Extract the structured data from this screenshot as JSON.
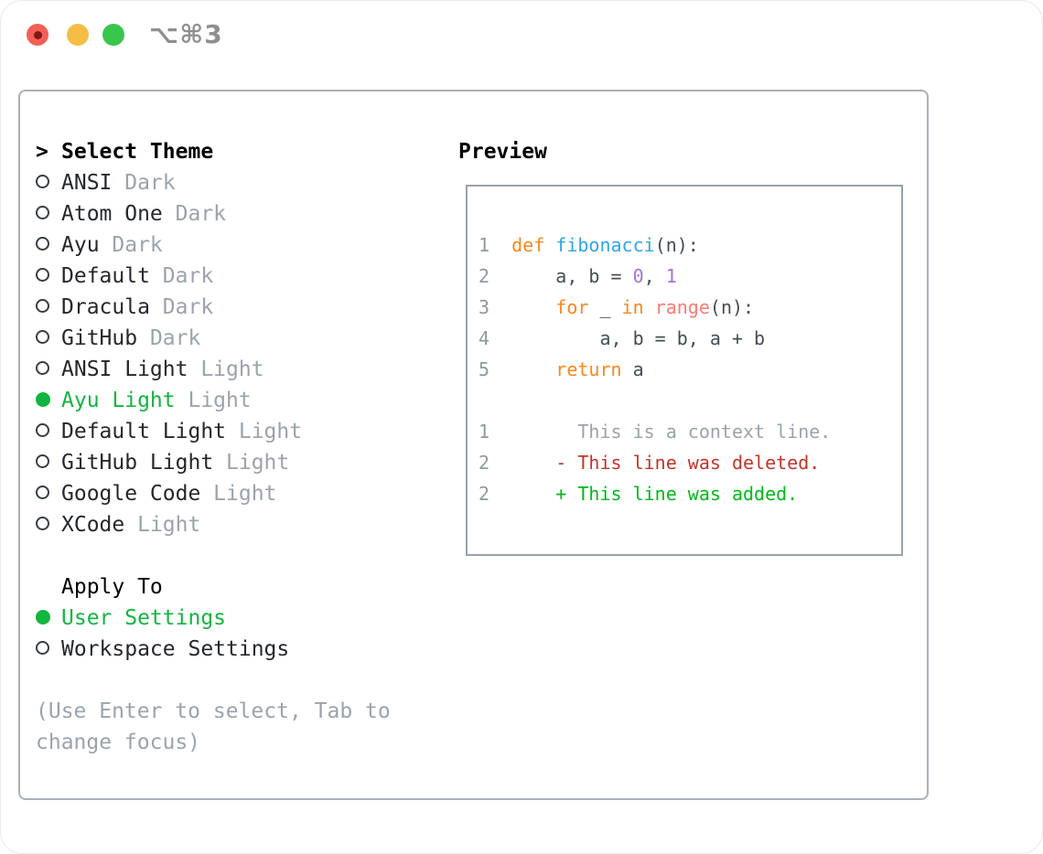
{
  "window": {
    "title": "⌥⌘3"
  },
  "colors": {
    "accent_green": "#12b53f",
    "text": "#23282e",
    "header_black": "#000000",
    "muted": "#9aa3ad",
    "radio_outline": "#363d44",
    "panel_border": "#a9b1ba",
    "preview_border": "#99a2ac",
    "code_fg": "#454d54",
    "line_number": "#8f98a2",
    "keyword": "#f8871d",
    "function": "#2fa5e9",
    "call": "#f77b70",
    "literal": "#a273d4",
    "context": "#9aa3ad",
    "deleted": "#c2352a",
    "added": "#00b81a",
    "traffic_red": "#f45f58",
    "traffic_red_dot": "#7c1a13",
    "traffic_yellow": "#f6bd45",
    "traffic_green": "#38c64c",
    "title_gray": "#8f8f8f"
  },
  "theme_list": {
    "header_marker": ">",
    "header_label": "Select Theme",
    "items": [
      {
        "name": "ANSI",
        "variant": "Dark",
        "selected": false
      },
      {
        "name": "Atom One",
        "variant": "Dark",
        "selected": false
      },
      {
        "name": "Ayu",
        "variant": "Dark",
        "selected": false
      },
      {
        "name": "Default",
        "variant": "Dark",
        "selected": false
      },
      {
        "name": "Dracula",
        "variant": "Dark",
        "selected": false
      },
      {
        "name": "GitHub",
        "variant": "Dark",
        "selected": false
      },
      {
        "name": "ANSI Light",
        "variant": "Light",
        "selected": false
      },
      {
        "name": "Ayu Light",
        "variant": "Light",
        "selected": true
      },
      {
        "name": "Default Light",
        "variant": "Light",
        "selected": false
      },
      {
        "name": "GitHub Light",
        "variant": "Light",
        "selected": false
      },
      {
        "name": "Google Code",
        "variant": "Light",
        "selected": false
      },
      {
        "name": "XCode",
        "variant": "Light",
        "selected": false
      }
    ]
  },
  "apply_to": {
    "header_label": "Apply To",
    "items": [
      {
        "name": "User Settings",
        "selected": true
      },
      {
        "name": "Workspace Settings",
        "selected": false
      }
    ]
  },
  "help_lines": [
    "(Use Enter to select, Tab to",
    "change focus)"
  ],
  "preview": {
    "label": "Preview",
    "lines": [
      [],
      [
        [
          "num",
          "1"
        ],
        [
          "fg",
          "  "
        ],
        [
          "kw",
          "def"
        ],
        [
          "fg",
          " "
        ],
        [
          "fn",
          "fibonacci"
        ],
        [
          "fg",
          "(n):"
        ]
      ],
      [
        [
          "num",
          "2"
        ],
        [
          "fg",
          "      a, b = "
        ],
        [
          "lit",
          "0"
        ],
        [
          "fg",
          ", "
        ],
        [
          "lit",
          "1"
        ]
      ],
      [
        [
          "num",
          "3"
        ],
        [
          "fg",
          "      "
        ],
        [
          "kw",
          "for"
        ],
        [
          "fg",
          " _ "
        ],
        [
          "kw",
          "in"
        ],
        [
          "fg",
          " "
        ],
        [
          "call",
          "range"
        ],
        [
          "fg",
          "(n):"
        ]
      ],
      [
        [
          "num",
          "4"
        ],
        [
          "fg",
          "          a, b = b, a + b"
        ]
      ],
      [
        [
          "num",
          "5"
        ],
        [
          "fg",
          "      "
        ],
        [
          "kw",
          "return"
        ],
        [
          "fg",
          " a"
        ]
      ],
      [],
      [
        [
          "num",
          "1"
        ],
        [
          "fg",
          "        "
        ],
        [
          "ctx",
          "This is a context line."
        ]
      ],
      [
        [
          "num",
          "2"
        ],
        [
          "fg",
          "      "
        ],
        [
          "del",
          "- This line was deleted."
        ]
      ],
      [
        [
          "num",
          "2"
        ],
        [
          "fg",
          "      "
        ],
        [
          "add",
          "+ This line was added."
        ]
      ]
    ]
  }
}
